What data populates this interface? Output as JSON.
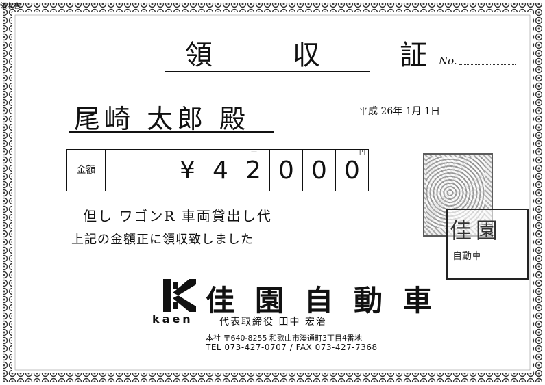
{
  "receipt": {
    "title": "領 収 証",
    "number_label": "No.",
    "recipient": "尾崎 太郎 殿",
    "date": "平成 26年 1月 1日",
    "amount_label": "金額",
    "amount_digits": [
      "",
      "",
      "¥",
      "4",
      "2",
      "0",
      "0",
      "0"
    ],
    "yen_marks": [
      "千",
      "円"
    ],
    "purpose": "但し ワゴンR 車両貸出し代",
    "statement": "上記の金額正に領収致しました"
  },
  "stamp": {
    "seal_text": "佳園",
    "seal_subtext": "自動車"
  },
  "company": {
    "logo_word": "kaen",
    "name": "佳園自動車",
    "representative": "代表取締役 田中 宏治",
    "address": "本社 〒640-8255 和歌山市湊通町3丁目4番地",
    "contact": "TEL 073-427-0707 / FAX 073-427-7368"
  },
  "corner_text": "領収書"
}
